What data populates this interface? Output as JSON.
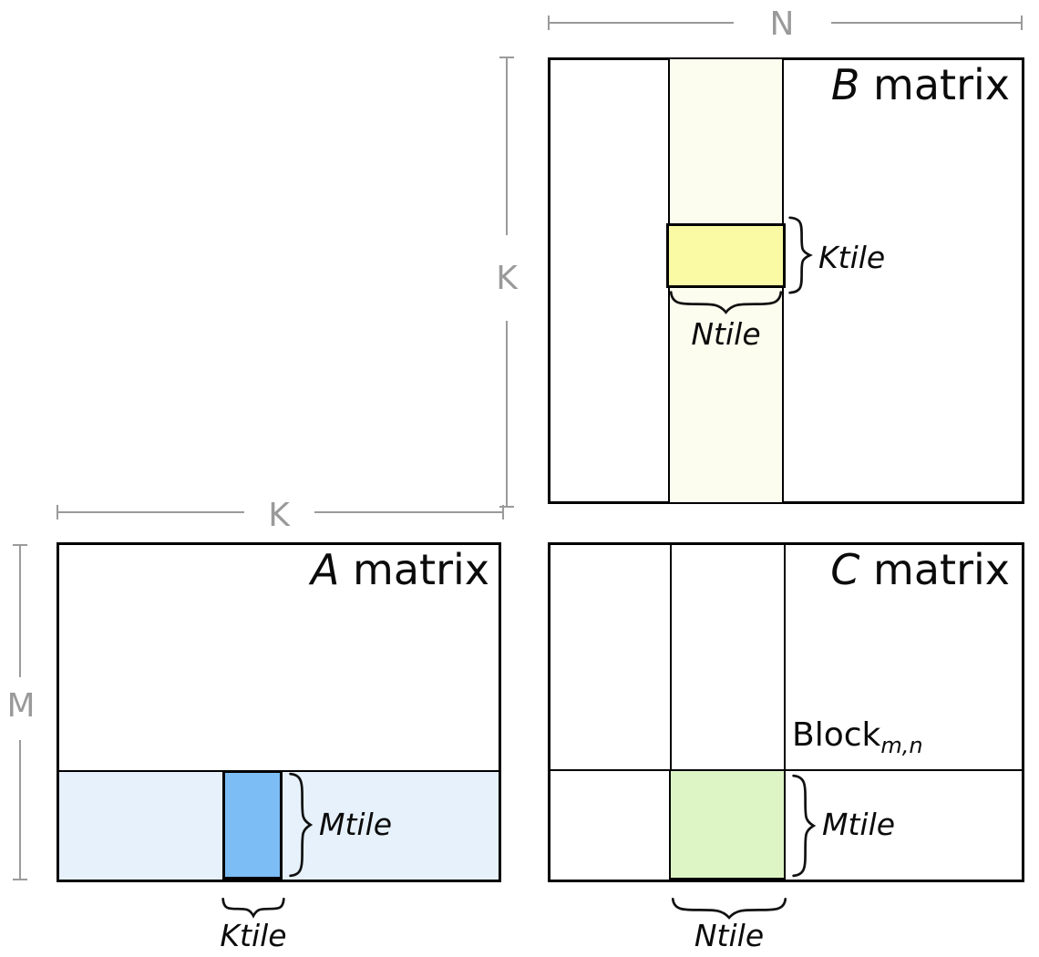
{
  "dimensions": {
    "n": "N",
    "k_b": "K",
    "k_a": "K",
    "m": "M"
  },
  "matrices": {
    "b": {
      "letter": "B",
      "word": " matrix",
      "tile_k": "Ktile",
      "tile_n": "Ntile"
    },
    "a": {
      "letter": "A",
      "word": " matrix",
      "tile_m": "Mtile",
      "tile_k": "Ktile"
    },
    "c": {
      "letter": "C",
      "word": " matrix",
      "block": "Block",
      "block_sub": "m,n",
      "tile_m": "Mtile",
      "tile_n": "Ntile"
    }
  },
  "colors": {
    "b_strip": "#FDFDEF",
    "b_tile": "#FAFAA4",
    "a_strip": "#E6F1FB",
    "a_tile": "#7DBDF5",
    "c_tile": "#DDF4C5",
    "dim_gray": "#9A9A9A",
    "border": "#000000"
  }
}
